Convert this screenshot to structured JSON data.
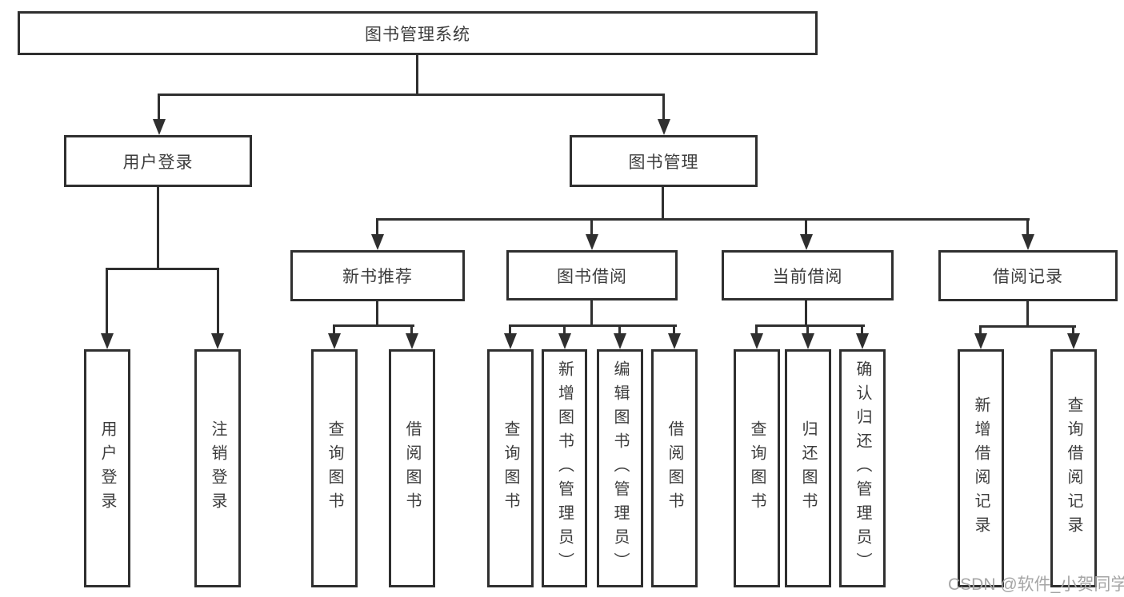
{
  "diagram": {
    "title": "图书管理系统",
    "level2": [
      {
        "id": "user-login",
        "label": "用户登录"
      },
      {
        "id": "book-management",
        "label": "图书管理"
      }
    ],
    "level3": [
      {
        "id": "new-book-recommend",
        "label": "新书推荐",
        "parent": "book-management"
      },
      {
        "id": "book-borrow",
        "label": "图书借阅",
        "parent": "book-management"
      },
      {
        "id": "current-borrow",
        "label": "当前借阅",
        "parent": "book-management"
      },
      {
        "id": "borrow-record",
        "label": "借阅记录",
        "parent": "book-management"
      }
    ],
    "leaves": [
      {
        "id": "leaf-user-login",
        "label": "用户登录",
        "parent": "user-login"
      },
      {
        "id": "leaf-logout",
        "label": "注销登录",
        "parent": "user-login"
      },
      {
        "id": "leaf-query-book-1",
        "label": "查询图书",
        "parent": "new-book-recommend"
      },
      {
        "id": "leaf-borrow-book-1",
        "label": "借阅图书",
        "parent": "new-book-recommend"
      },
      {
        "id": "leaf-query-book-2",
        "label": "查询图书",
        "parent": "book-borrow"
      },
      {
        "id": "leaf-add-book",
        "label": "新增图书（管理员）",
        "parent": "book-borrow"
      },
      {
        "id": "leaf-edit-book",
        "label": "编辑图书（管理员）",
        "parent": "book-borrow"
      },
      {
        "id": "leaf-borrow-book-2",
        "label": "借阅图书",
        "parent": "book-borrow"
      },
      {
        "id": "leaf-query-book-3",
        "label": "查询图书",
        "parent": "current-borrow"
      },
      {
        "id": "leaf-return-book",
        "label": "归还图书",
        "parent": "current-borrow"
      },
      {
        "id": "leaf-confirm-return",
        "label": "确认归还（管理员）",
        "parent": "current-borrow"
      },
      {
        "id": "leaf-add-borrow-record",
        "label": "新增借阅记录",
        "parent": "borrow-record"
      },
      {
        "id": "leaf-query-borrow-record",
        "label": "查询借阅记录",
        "parent": "borrow-record"
      }
    ],
    "colors": {
      "line": "#2f2f2f",
      "text": "#3d3d3d",
      "background": "#ffffff",
      "watermark": "#a5a5a5"
    },
    "watermark": "CSDN @软件_小贺同学"
  }
}
